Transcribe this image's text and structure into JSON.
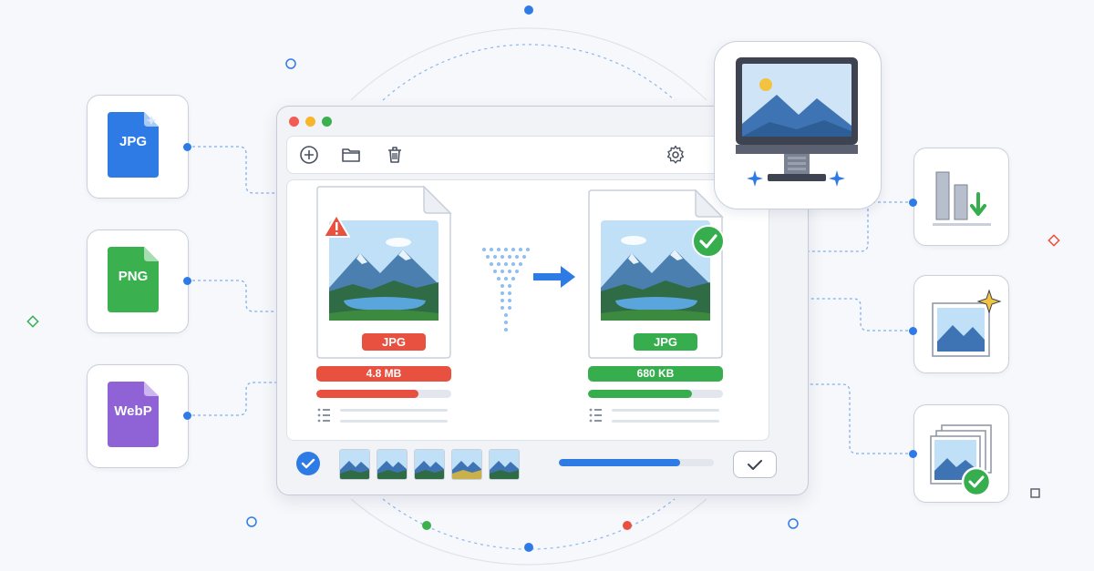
{
  "colors": {
    "accent": "#2f7be6",
    "jpg_blue": "#2f7be6",
    "png_green": "#3ab04f",
    "webp_purple": "#8f62d6",
    "error_red": "#e8503f",
    "success_green": "#37ae4e"
  },
  "formats": [
    {
      "label": "JPG",
      "icon": "jpg-file-icon",
      "color": "#2f7be6"
    },
    {
      "label": "PNG",
      "icon": "png-file-icon",
      "color": "#3ab04f"
    },
    {
      "label": "WebP",
      "icon": "webp-file-icon",
      "color": "#8f62d6"
    }
  ],
  "toolbar": {
    "icons": [
      "add-circle-icon",
      "folder-icon",
      "trash-icon",
      "gear-icon"
    ]
  },
  "original": {
    "format": "JPG",
    "size": "4.8 MB",
    "progress": 0.76,
    "status_icon": "warning-icon"
  },
  "optimized": {
    "format": "JPG",
    "size": "680 KB",
    "progress": 0.77,
    "status_icon": "check-circle-icon"
  },
  "conversion": {
    "icon": "funnel-arrow-icon"
  },
  "batch": {
    "thumbnail_count": 5,
    "progress": 0.78,
    "confirm_icon": "checkmark-icon",
    "select_all_icon": "check-circle-icon"
  },
  "features": [
    {
      "icon": "size-reduction-chart-icon"
    },
    {
      "icon": "image-enhance-sparkle-icon"
    },
    {
      "icon": "batch-images-check-icon"
    }
  ],
  "monitor": {
    "icon": "desktop-image-icon"
  }
}
